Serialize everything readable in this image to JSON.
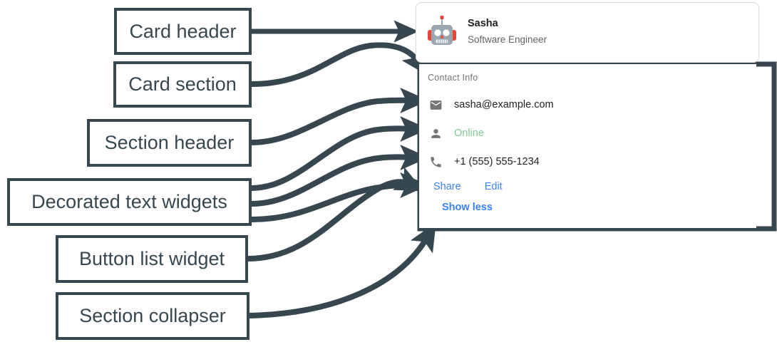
{
  "annotations": [
    {
      "id": "card-header",
      "label": "Card header"
    },
    {
      "id": "card-section",
      "label": "Card section"
    },
    {
      "id": "section-header",
      "label": "Section header"
    },
    {
      "id": "decorated-text",
      "label": "Decorated text widgets"
    },
    {
      "id": "button-list",
      "label": "Button list widget"
    },
    {
      "id": "section-collapser",
      "label": "Section collapser"
    }
  ],
  "card": {
    "header": {
      "avatar_icon": "robot-avatar-icon",
      "name": "Sasha",
      "role": "Software Engineer"
    },
    "section": {
      "title": "Contact Info",
      "rows": [
        {
          "icon": "email-icon",
          "text": "sasha@example.com",
          "color": "#202124"
        },
        {
          "icon": "person-icon",
          "text": "Online",
          "color": "#81c995"
        },
        {
          "icon": "phone-icon",
          "text": "+1 (555) 555-1234",
          "color": "#202124"
        }
      ],
      "buttons": [
        {
          "label": "Share"
        },
        {
          "label": "Edit"
        }
      ],
      "collapser": {
        "label": "Show less"
      }
    }
  },
  "colors": {
    "annotation_stroke": "#37474f",
    "link_blue": "#3b82f6",
    "status_green": "#81c995",
    "muted_gray": "#757575",
    "text_dark": "#202124",
    "card_border": "#dcdcdc"
  }
}
